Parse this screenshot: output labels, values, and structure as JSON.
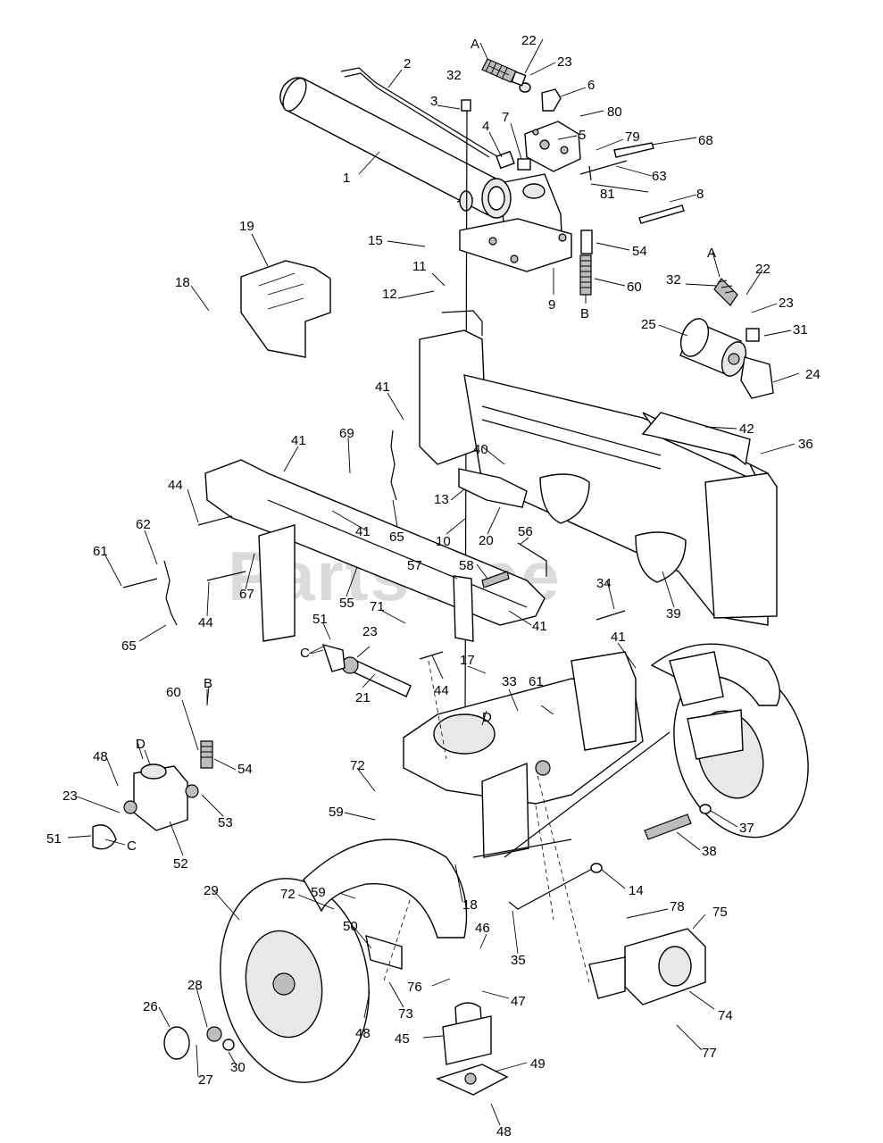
{
  "watermark": "PartsTree",
  "callouts": [
    {
      "id": "c1",
      "text": "1"
    },
    {
      "id": "c2",
      "text": "2"
    },
    {
      "id": "c3",
      "text": "3"
    },
    {
      "id": "c4",
      "text": "4"
    },
    {
      "id": "c5",
      "text": "5"
    },
    {
      "id": "c6",
      "text": "6"
    },
    {
      "id": "c7",
      "text": "7"
    },
    {
      "id": "c8",
      "text": "8"
    },
    {
      "id": "c9",
      "text": "9"
    },
    {
      "id": "c10",
      "text": "10"
    },
    {
      "id": "c11",
      "text": "11"
    },
    {
      "id": "c12",
      "text": "12"
    },
    {
      "id": "c13",
      "text": "13"
    },
    {
      "id": "c14",
      "text": "14"
    },
    {
      "id": "c15",
      "text": "15"
    },
    {
      "id": "c17",
      "text": "17"
    },
    {
      "id": "c18a",
      "text": "18"
    },
    {
      "id": "c18b",
      "text": "18"
    },
    {
      "id": "c19",
      "text": "19"
    },
    {
      "id": "c20",
      "text": "20"
    },
    {
      "id": "c21",
      "text": "21"
    },
    {
      "id": "c22a",
      "text": "22"
    },
    {
      "id": "c22b",
      "text": "22"
    },
    {
      "id": "c23a",
      "text": "23"
    },
    {
      "id": "c23b",
      "text": "23"
    },
    {
      "id": "c23c",
      "text": "23"
    },
    {
      "id": "c23d",
      "text": "23"
    },
    {
      "id": "c24",
      "text": "24"
    },
    {
      "id": "c25",
      "text": "25"
    },
    {
      "id": "c26",
      "text": "26"
    },
    {
      "id": "c27",
      "text": "27"
    },
    {
      "id": "c28",
      "text": "28"
    },
    {
      "id": "c29",
      "text": "29"
    },
    {
      "id": "c30",
      "text": "30"
    },
    {
      "id": "c31",
      "text": "31"
    },
    {
      "id": "c32a",
      "text": "32"
    },
    {
      "id": "c32b",
      "text": "32"
    },
    {
      "id": "c33",
      "text": "33"
    },
    {
      "id": "c34",
      "text": "34"
    },
    {
      "id": "c35",
      "text": "35"
    },
    {
      "id": "c36",
      "text": "36"
    },
    {
      "id": "c37",
      "text": "37"
    },
    {
      "id": "c38",
      "text": "38"
    },
    {
      "id": "c39",
      "text": "39"
    },
    {
      "id": "c40",
      "text": "40"
    },
    {
      "id": "c41a",
      "text": "41"
    },
    {
      "id": "c41b",
      "text": "41"
    },
    {
      "id": "c41c",
      "text": "41"
    },
    {
      "id": "c41d",
      "text": "41"
    },
    {
      "id": "c41e",
      "text": "41"
    },
    {
      "id": "c42",
      "text": "42"
    },
    {
      "id": "c44a",
      "text": "44"
    },
    {
      "id": "c44b",
      "text": "44"
    },
    {
      "id": "c44c",
      "text": "44"
    },
    {
      "id": "c45",
      "text": "45"
    },
    {
      "id": "c46",
      "text": "46"
    },
    {
      "id": "c47",
      "text": "47"
    },
    {
      "id": "c48a",
      "text": "48"
    },
    {
      "id": "c48b",
      "text": "48"
    },
    {
      "id": "c48c",
      "text": "48"
    },
    {
      "id": "c49",
      "text": "49"
    },
    {
      "id": "c50",
      "text": "50"
    },
    {
      "id": "c51a",
      "text": "51"
    },
    {
      "id": "c51b",
      "text": "51"
    },
    {
      "id": "c52",
      "text": "52"
    },
    {
      "id": "c53",
      "text": "53"
    },
    {
      "id": "c54a",
      "text": "54"
    },
    {
      "id": "c54b",
      "text": "54"
    },
    {
      "id": "c55",
      "text": "55"
    },
    {
      "id": "c56",
      "text": "56"
    },
    {
      "id": "c57",
      "text": "57"
    },
    {
      "id": "c58",
      "text": "58"
    },
    {
      "id": "c59a",
      "text": "59"
    },
    {
      "id": "c59b",
      "text": "59"
    },
    {
      "id": "c60a",
      "text": "60"
    },
    {
      "id": "c60b",
      "text": "60"
    },
    {
      "id": "c61a",
      "text": "61"
    },
    {
      "id": "c61b",
      "text": "61"
    },
    {
      "id": "c62",
      "text": "62"
    },
    {
      "id": "c63",
      "text": "63"
    },
    {
      "id": "c65a",
      "text": "65"
    },
    {
      "id": "c65b",
      "text": "65"
    },
    {
      "id": "c67",
      "text": "67"
    },
    {
      "id": "c68",
      "text": "68"
    },
    {
      "id": "c69",
      "text": "69"
    },
    {
      "id": "c71",
      "text": "71"
    },
    {
      "id": "c72a",
      "text": "72"
    },
    {
      "id": "c72b",
      "text": "72"
    },
    {
      "id": "c73",
      "text": "73"
    },
    {
      "id": "c74",
      "text": "74"
    },
    {
      "id": "c75",
      "text": "75"
    },
    {
      "id": "c76",
      "text": "76"
    },
    {
      "id": "c77",
      "text": "77"
    },
    {
      "id": "c78",
      "text": "78"
    },
    {
      "id": "c79",
      "text": "79"
    },
    {
      "id": "c80",
      "text": "80"
    },
    {
      "id": "c81",
      "text": "81"
    },
    {
      "id": "cA1",
      "text": "A"
    },
    {
      "id": "cA2",
      "text": "A"
    },
    {
      "id": "cB1",
      "text": "B"
    },
    {
      "id": "cB2",
      "text": "B"
    },
    {
      "id": "cC1",
      "text": "C"
    },
    {
      "id": "cC2",
      "text": "C"
    },
    {
      "id": "cD1",
      "text": "D"
    },
    {
      "id": "cD2",
      "text": "D"
    }
  ]
}
